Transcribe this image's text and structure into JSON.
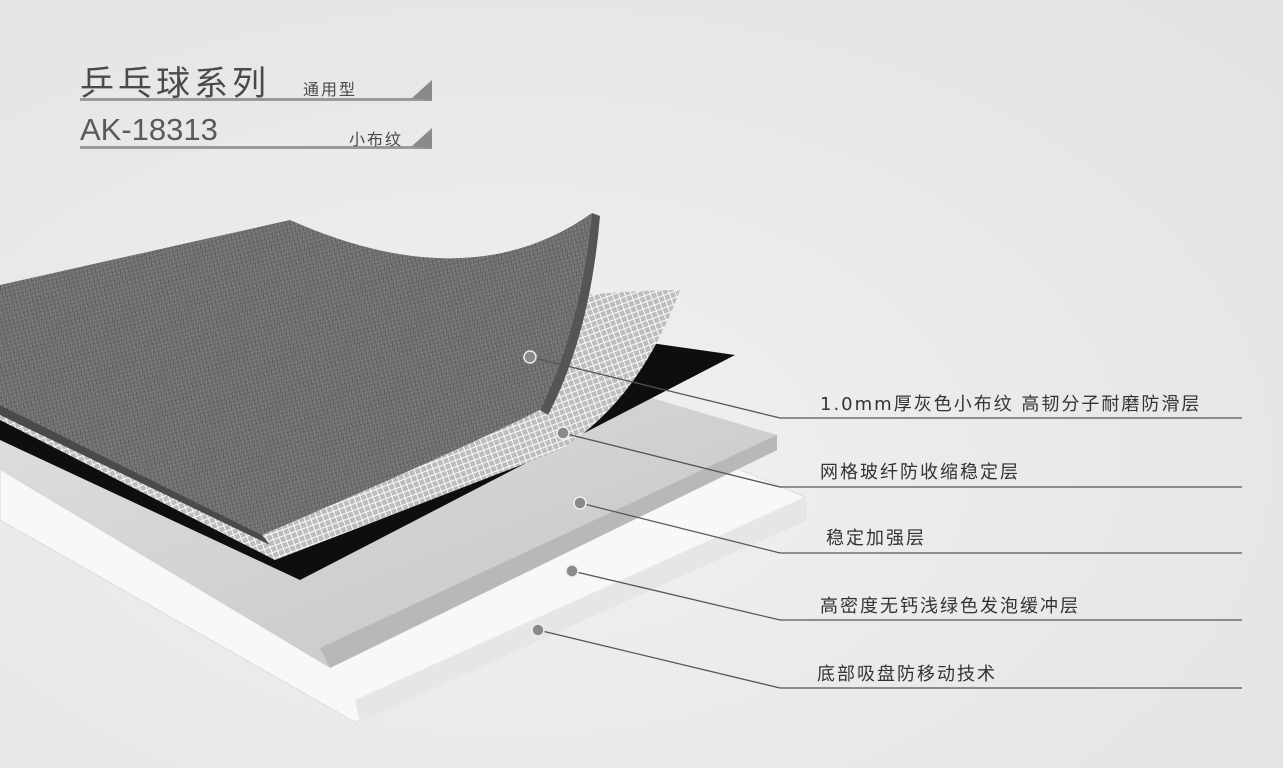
{
  "header": {
    "series_title": "乒乓球系列",
    "series_type": "通用型",
    "model": "AK-18313",
    "pattern": "小布纹"
  },
  "layers": [
    {
      "label": "1.0mm厚灰色小布纹 高韧分子耐磨防滑层"
    },
    {
      "label": "网格玻纤防收缩稳定层"
    },
    {
      "label": "稳定加强层"
    },
    {
      "label": "高密度无钙浅绿色发泡缓冲层"
    },
    {
      "label": "底部吸盘防移动技术"
    }
  ],
  "colors": {
    "top_layer": "#6e6e6e",
    "black_layer": "#0d0d0d",
    "foam_layer": "#cfcfcf",
    "base_layer": "#f7f7f7",
    "leader": "#555555"
  }
}
